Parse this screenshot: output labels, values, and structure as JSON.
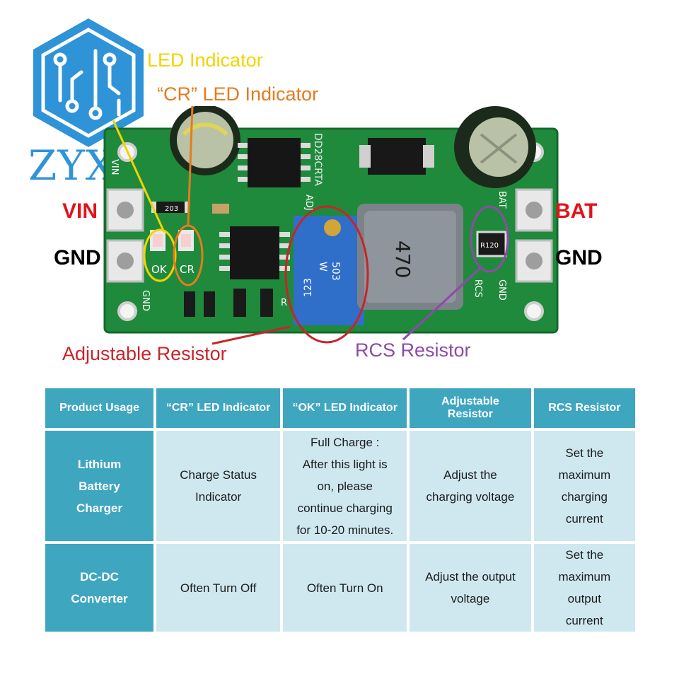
{
  "logo": {
    "text": "ZYXH",
    "color": "#2f93d8"
  },
  "labels": {
    "led_indicator": "LED Indicator",
    "cr_led_indicator": "“CR” LED Indicator",
    "vin": "VIN",
    "gnd_left": "GND",
    "bat": "BAT",
    "gnd_right": "GND",
    "adjustable_resistor": "Adjustable Resistor",
    "rcs_resistor": "RCS Resistor"
  },
  "board": {
    "chip_marking": "DD28CRTA",
    "silk_ok": "OK",
    "silk_cr": "CR",
    "silk_vin": "VIN",
    "silk_adj": "ADJ",
    "silk_gnd_left": "GND",
    "silk_bat": "BAT",
    "silk_rcs": "RCS",
    "silk_gnd_right": "GND",
    "silk_r": "R",
    "resistor_203": "203",
    "resistor_r120": "R120",
    "pot_marking_1": "W",
    "pot_marking_2": "503",
    "pot_marking_3": "123",
    "inductor_marking": "470"
  },
  "colors": {
    "pcb_green": "#1f8a3b",
    "led_circle": "#f2d300",
    "cr_circle": "#e57b1e",
    "adj_circle": "#c8242a",
    "rcs_circle": "#8e4aa7",
    "table_header": "#3fa6c0",
    "table_cell": "#cfe8f0"
  },
  "table": {
    "headers": [
      "Product Usage",
      "“CR” LED Indicator",
      "“OK” LED Indicator",
      "Adjustable\nResistor",
      "RCS Resistor"
    ],
    "rows": [
      {
        "usage": "Lithium\nBattery\nCharger",
        "cr": "Charge Status\nIndicator",
        "ok": "Full Charge :\nAfter this light is\non, please\ncontinue charging\nfor 10-20 minutes.",
        "adj": "Adjust the\ncharging voltage",
        "rcs": "Set the\nmaximum\ncharging\ncurrent"
      },
      {
        "usage": "DC-DC\nConverter",
        "cr": "Often Turn Off",
        "ok": "Often Turn On",
        "adj": "Adjust the output\nvoltage",
        "rcs": "Set the\nmaximum\noutput\ncurrent"
      }
    ]
  }
}
